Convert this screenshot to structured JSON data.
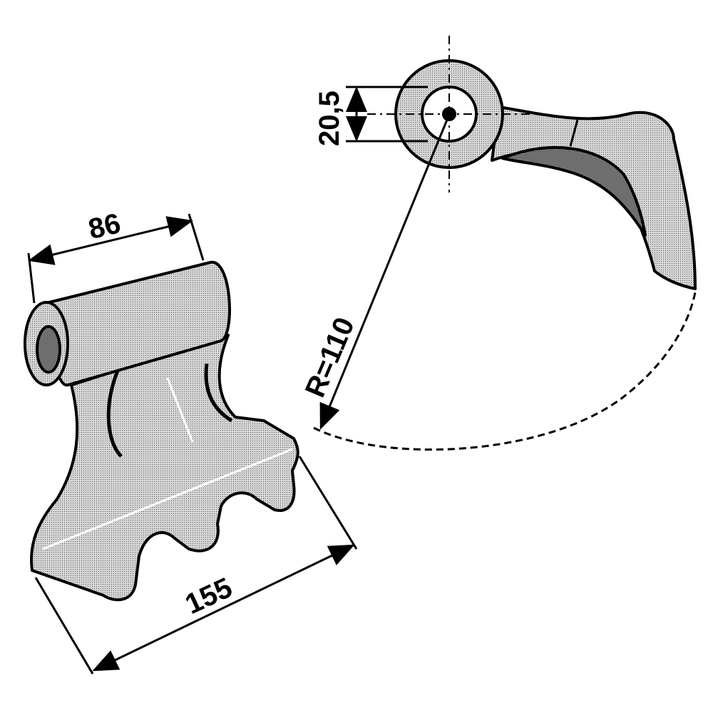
{
  "title": "Hammer flail technical drawing",
  "dimensions": {
    "width_tube": "86",
    "bore": "20,5",
    "radius": "R=110",
    "width_blade": "155"
  },
  "colors": {
    "fill": "#bdbdbd",
    "shade": "#6e6e6e",
    "line": "#000000"
  }
}
